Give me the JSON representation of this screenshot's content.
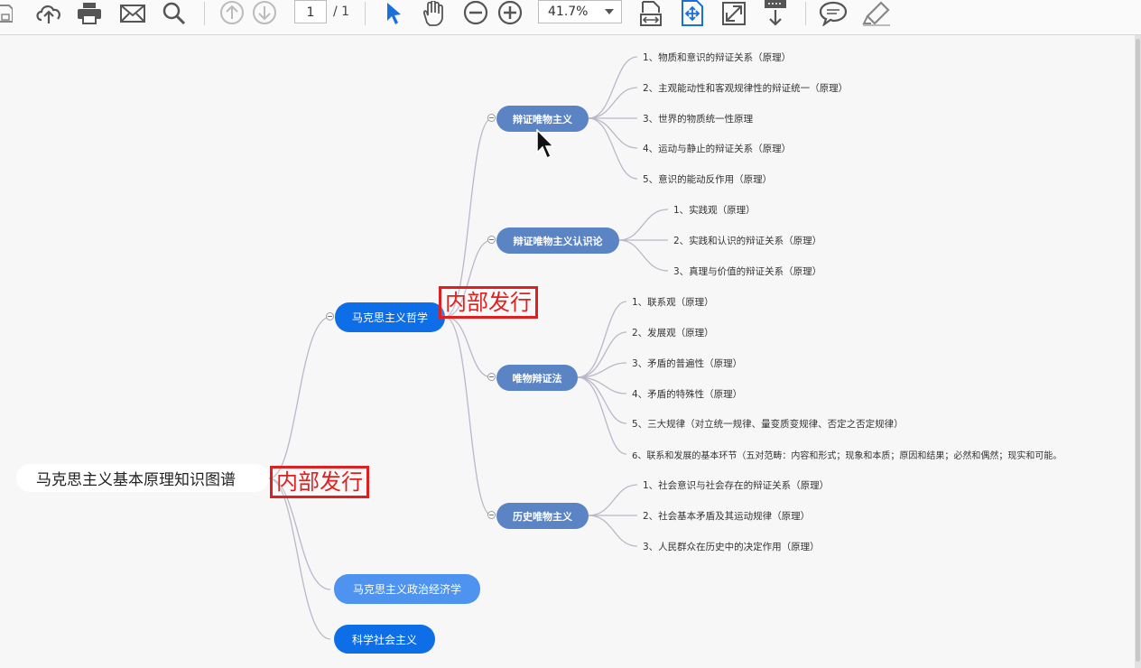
{
  "toolbar": {
    "icons": [
      "save-icon",
      "upload-icon",
      "print-icon",
      "email-icon",
      "search-icon",
      "prev-page-icon",
      "next-page-icon",
      "select-tool-icon",
      "hand-tool-icon",
      "zoom-out-icon",
      "zoom-in-icon",
      "fit-width-icon",
      "fit-page-icon",
      "fullscreen-icon",
      "download-icon",
      "comment-icon",
      "highlight-icon"
    ],
    "page_current": "1",
    "page_total": "/ 1",
    "zoom": "41.7%"
  },
  "mindmap": {
    "root": "马克思主义基本原理知识图谱",
    "main_nodes": [
      "马克思主义哲学",
      "马克思主义政治经济学",
      "科学社会主义"
    ],
    "sub_nodes": [
      "辩证唯物主义",
      "辩证唯物主义认识论",
      "唯物辩证法",
      "历史唯物主义"
    ],
    "leaves_dm": [
      "1、物质和意识的辩证关系（原理）",
      "2、主观能动性和客观规律性的辩证统一（原理）",
      "3、世界的物质统一性原理",
      "4、运动与静止的辩证关系（原理）",
      "5、意识的能动反作用（原理）"
    ],
    "leaves_epist": [
      "1、实践观（原理）",
      "2、实践和认识的辩证关系（原理）",
      "3、真理与价值的辩证关系（原理）"
    ],
    "leaves_dialectics": [
      "1、联系观（原理）",
      "2、发展观（原理）",
      "3、矛盾的普遍性（原理）",
      "4、矛盾的特殊性（原理）",
      "5、三大规律（对立统一规律、量变质变规律、否定之否定规律）",
      "6、联系和发展的基本环节（五对范畴：内容和形式；现象和本质；原因和结果；必然和偶然；现实和可能。"
    ],
    "leaves_hist": [
      "1、社会意识与社会存在的辩证关系（原理）",
      "2、社会基本矛盾及其运动规律（原理）",
      "3、人民群众在历史中的决定作用（原理）"
    ]
  },
  "stamps": [
    "内部发行",
    "内部发行"
  ],
  "colors": {
    "main_node": "#0d6ee8",
    "sub_node": "#5b84c4",
    "light_node": "#4e93f0",
    "stamp": "#e02020",
    "line": "#b8b8c8"
  }
}
